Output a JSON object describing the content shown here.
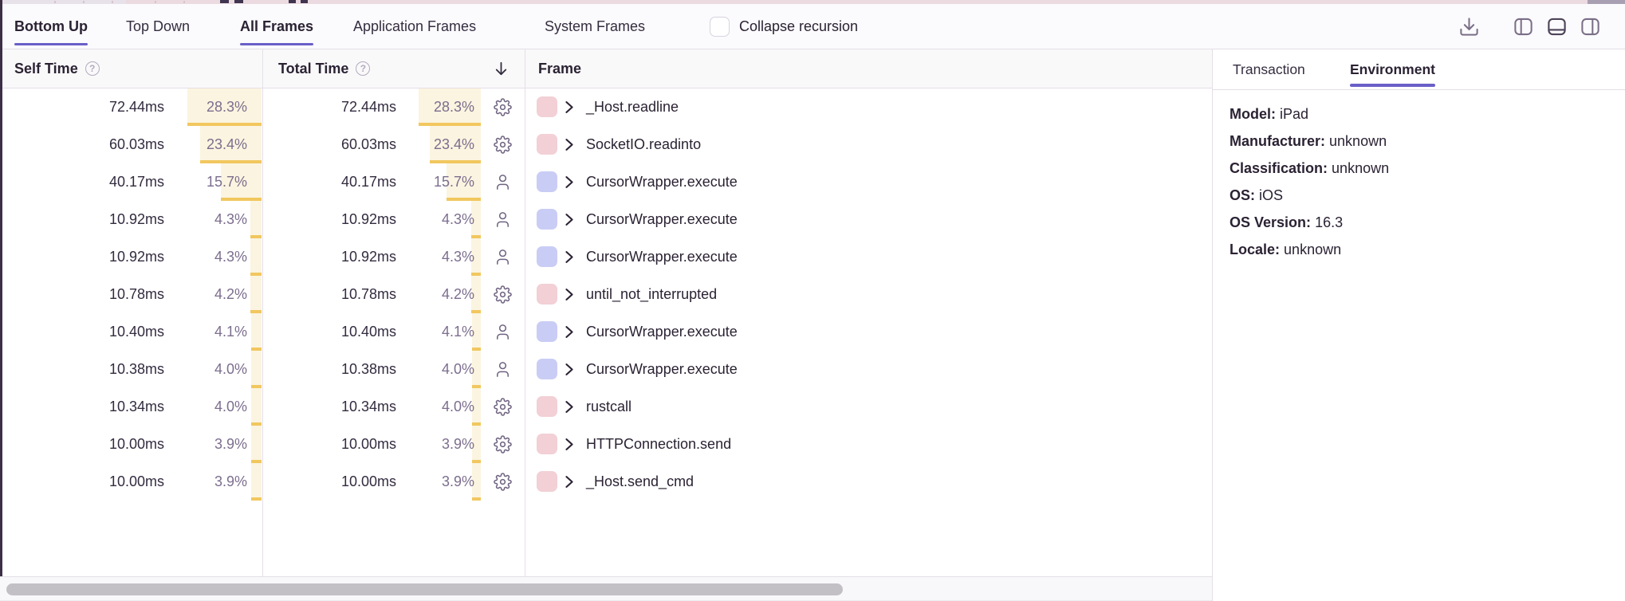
{
  "colors": {
    "accent": "#6a5fc8",
    "percent_bar_bg": "#fbf4e0",
    "percent_bar_edge": "#f1c75f",
    "system_frame_swatch": "#f2d0d5",
    "application_frame_swatch": "#c9cdf5",
    "scroll_thumb": "#c2c0c5"
  },
  "toolbar": {
    "tabs": [
      {
        "label": "Bottom Up",
        "active": true
      },
      {
        "label": "Top Down",
        "active": false
      },
      {
        "label": "All Frames",
        "active": true
      },
      {
        "label": "Application Frames",
        "active": false
      },
      {
        "label": "System Frames",
        "active": false
      }
    ],
    "collapse_recursion": {
      "label": "Collapse recursion",
      "checked": false
    },
    "actions": [
      {
        "name": "export-profile-button",
        "icon": "download-icon",
        "active": false
      },
      {
        "name": "layout-left-button",
        "icon": "layout-left-icon",
        "active": false
      },
      {
        "name": "layout-bottom-button",
        "icon": "layout-bottom-icon",
        "active": true
      },
      {
        "name": "layout-right-button",
        "icon": "layout-right-icon",
        "active": false
      }
    ]
  },
  "table": {
    "headers": {
      "self_time": "Self Time",
      "total_time": "Total Time",
      "frame": "Frame"
    },
    "sort": {
      "column": "total_time",
      "direction": "desc"
    },
    "rows": [
      {
        "self_time": "72.44ms",
        "self_pct": "28.3",
        "total_time": "72.44ms",
        "total_pct": "28.3",
        "icon": "gear",
        "frame_type": "system",
        "frame": "_Host.readline"
      },
      {
        "self_time": "60.03ms",
        "self_pct": "23.4",
        "total_time": "60.03ms",
        "total_pct": "23.4",
        "icon": "gear",
        "frame_type": "system",
        "frame": "SocketIO.readinto"
      },
      {
        "self_time": "40.17ms",
        "self_pct": "15.7",
        "total_time": "40.17ms",
        "total_pct": "15.7",
        "icon": "user",
        "frame_type": "application",
        "frame": "CursorWrapper.execute"
      },
      {
        "self_time": "10.92ms",
        "self_pct": "4.3",
        "total_time": "10.92ms",
        "total_pct": "4.3",
        "icon": "user",
        "frame_type": "application",
        "frame": "CursorWrapper.execute"
      },
      {
        "self_time": "10.92ms",
        "self_pct": "4.3",
        "total_time": "10.92ms",
        "total_pct": "4.3",
        "icon": "user",
        "frame_type": "application",
        "frame": "CursorWrapper.execute"
      },
      {
        "self_time": "10.78ms",
        "self_pct": "4.2",
        "total_time": "10.78ms",
        "total_pct": "4.2",
        "icon": "gear",
        "frame_type": "system",
        "frame": "until_not_interrupted"
      },
      {
        "self_time": "10.40ms",
        "self_pct": "4.1",
        "total_time": "10.40ms",
        "total_pct": "4.1",
        "icon": "user",
        "frame_type": "application",
        "frame": "CursorWrapper.execute"
      },
      {
        "self_time": "10.38ms",
        "self_pct": "4.0",
        "total_time": "10.38ms",
        "total_pct": "4.0",
        "icon": "user",
        "frame_type": "application",
        "frame": "CursorWrapper.execute"
      },
      {
        "self_time": "10.34ms",
        "self_pct": "4.0",
        "total_time": "10.34ms",
        "total_pct": "4.0",
        "icon": "gear",
        "frame_type": "system",
        "frame": "rustcall"
      },
      {
        "self_time": "10.00ms",
        "self_pct": "3.9",
        "total_time": "10.00ms",
        "total_pct": "3.9",
        "icon": "gear",
        "frame_type": "system",
        "frame": "HTTPConnection.send"
      },
      {
        "self_time": "10.00ms",
        "self_pct": "3.9",
        "total_time": "10.00ms",
        "total_pct": "3.9",
        "icon": "gear",
        "frame_type": "system",
        "frame": "_Host.send_cmd"
      }
    ]
  },
  "right_panel": {
    "tabs": [
      {
        "label": "Transaction",
        "active": false
      },
      {
        "label": "Environment",
        "active": true
      }
    ],
    "environment": [
      {
        "label": "Model:",
        "value": "iPad"
      },
      {
        "label": "Manufacturer:",
        "value": "unknown"
      },
      {
        "label": "Classification:",
        "value": "unknown"
      },
      {
        "label": "OS:",
        "value": "iOS"
      },
      {
        "label": "OS Version:",
        "value": "16.3"
      },
      {
        "label": "Locale:",
        "value": "unknown"
      }
    ]
  }
}
